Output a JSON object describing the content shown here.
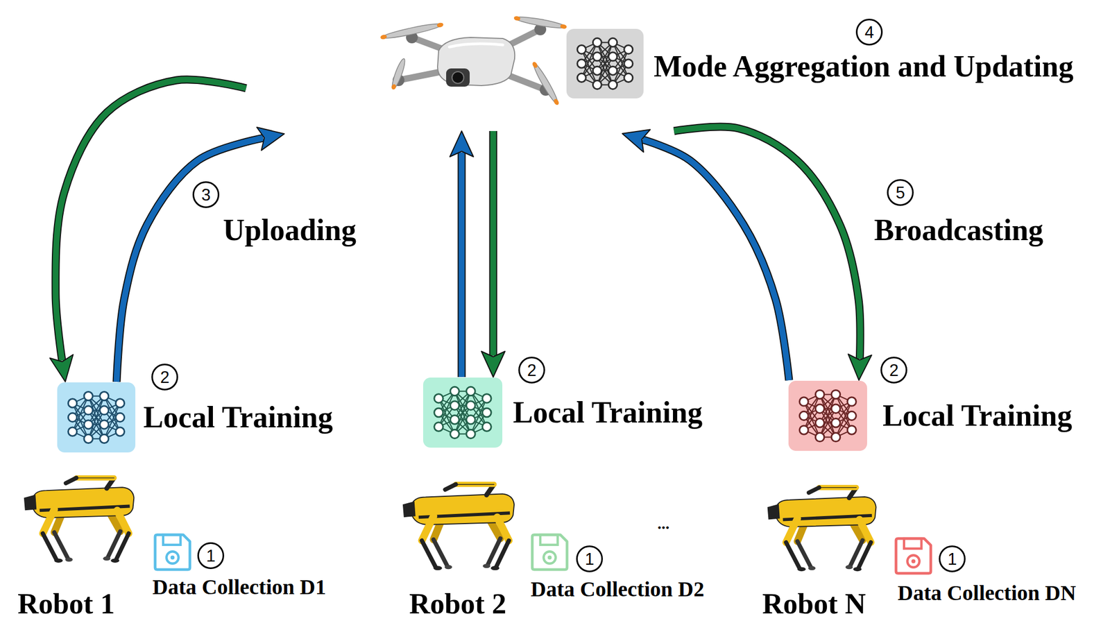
{
  "diagram": {
    "nodes": [
      {
        "text": [
          "Mode Aggregation and Updating"
        ]
      },
      {
        "text": [
          "Local Training"
        ]
      },
      {
        "text": [
          "Local Training"
        ]
      },
      {
        "text": [
          "Local Training"
        ]
      },
      {
        "text": [
          "Robot 1"
        ]
      },
      {
        "text": [
          "Robot 2"
        ]
      },
      {
        "text": [
          "Robot N"
        ]
      }
    ],
    "edges": [
      {
        "from": 1,
        "to": 0,
        "arrow": "to",
        "label": "Uploading"
      },
      {
        "from": 0,
        "to": 1,
        "arrow": "to"
      },
      {
        "from": 2,
        "to": 0,
        "arrow": "to"
      },
      {
        "from": 0,
        "to": 2,
        "arrow": "to"
      },
      {
        "from": 3,
        "to": 0,
        "arrow": "to"
      },
      {
        "from": 0,
        "to": 3,
        "arrow": "to",
        "label": "Broadcasting"
      }
    ],
    "labels": [
      "4",
      "3",
      "5",
      "2",
      "2",
      "2",
      "1",
      "Data Collection D1",
      "1",
      "Data Collection D2",
      "...",
      "1",
      "Data Collection DN"
    ]
  }
}
